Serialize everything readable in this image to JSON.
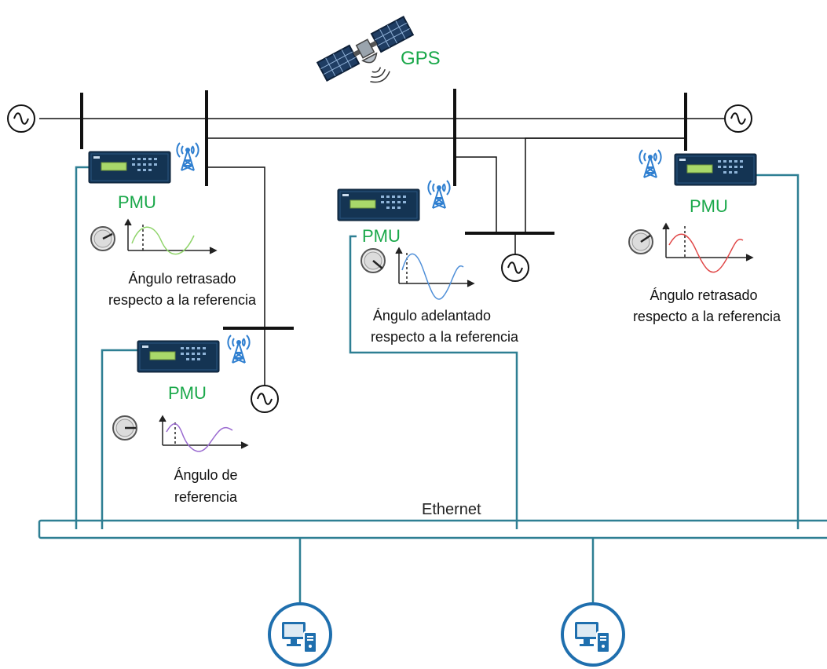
{
  "gps": {
    "label": "GPS"
  },
  "ethernet": {
    "label": "Ethernet"
  },
  "pmus": [
    {
      "label": "PMU",
      "caption_lines": [
        "Ángulo retrasado",
        "respecto a la referencia"
      ],
      "wave_color": "#8fd46a"
    },
    {
      "label": "PMU",
      "caption_lines": [
        "Ángulo de",
        "referencia"
      ],
      "wave_color": "#9a6ad0"
    },
    {
      "label": "PMU",
      "caption_lines": [
        "Ángulo adelantado",
        "respecto a la referencia"
      ],
      "wave_color": "#4f8fd8"
    },
    {
      "label": "PMU",
      "caption_lines": [
        "Ángulo retrasado",
        "respecto a la referencia"
      ],
      "wave_color": "#e04848"
    }
  ],
  "icons": {
    "generator": "ac-generator-icon",
    "antenna": "radio-tower-icon",
    "satellite": "satellite-icon",
    "computer": "computer-workstation-icon",
    "gauge": "phase-angle-dial-icon"
  },
  "colors": {
    "pmu_label": "#1aa84a",
    "network_line": "#2e7f93",
    "device_body": "#143453",
    "antenna": "#2f7fd0",
    "bus": "#111111"
  }
}
